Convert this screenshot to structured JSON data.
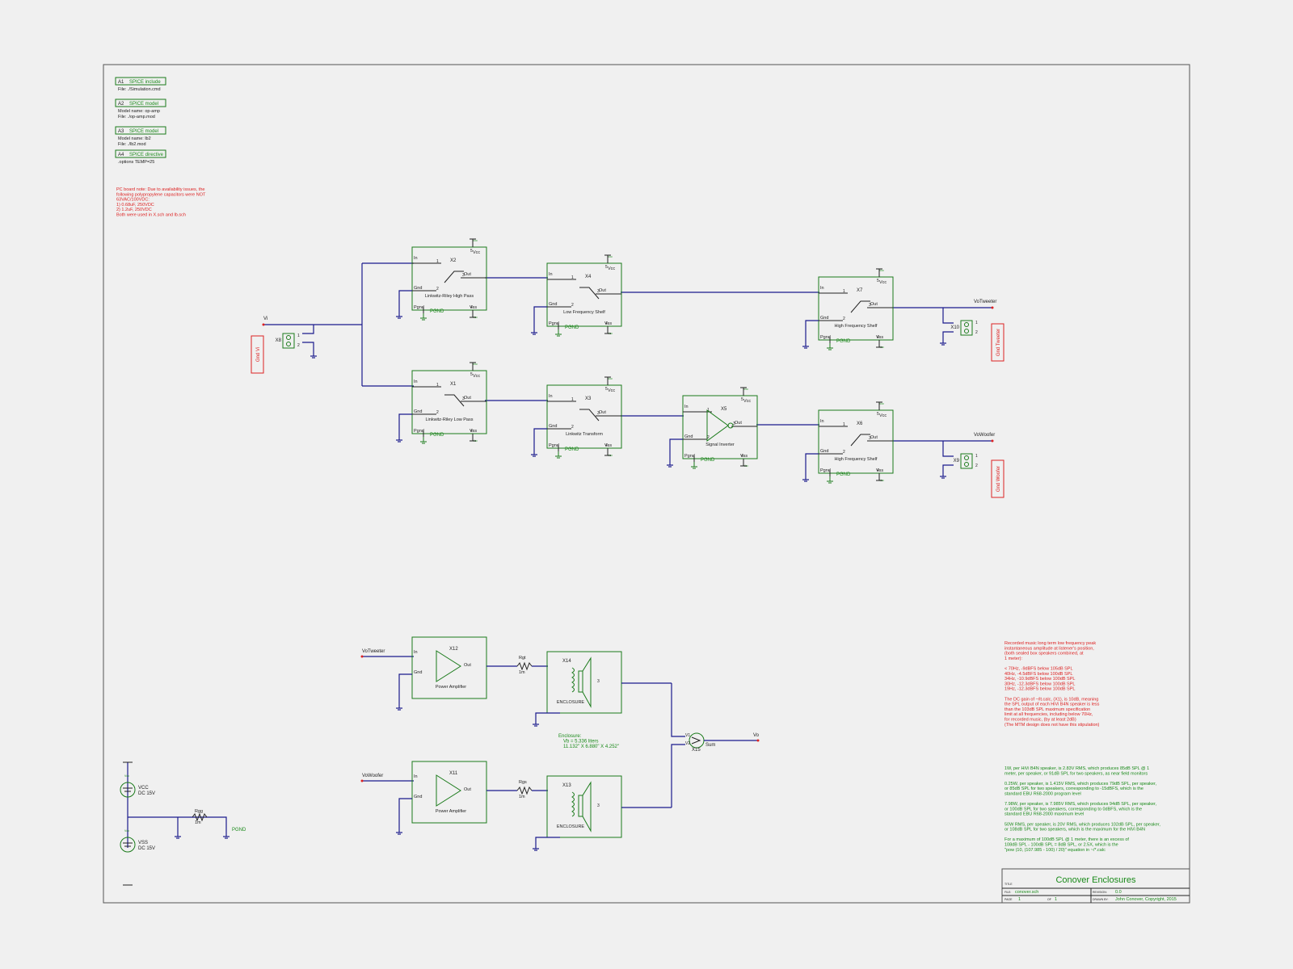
{
  "directives": [
    {
      "tag": "A1",
      "type": "SPICE include",
      "lines": [
        "File: ./Simulation.cmd"
      ]
    },
    {
      "tag": "A2",
      "type": "SPICE model",
      "lines": [
        "Model name: op-amp",
        "File: ./op-amp.mod"
      ]
    },
    {
      "tag": "A3",
      "type": "SPICE model",
      "lines": [
        "Model name: lb2",
        "File: ./lb2.mod"
      ]
    },
    {
      "tag": "A4",
      "type": "SPICE directive",
      "lines": [
        ".options TEMP=25"
      ]
    }
  ],
  "board_note": [
    "PC board note: Due to availability issues, the",
    "following polypropylene capacitors were NOT",
    "63VAC/100VDC:",
    "    1) 0.68uF, 250VDC",
    "    2) 1.2uF, 250VDC",
    "Both were used in X.sch and lb.sch"
  ],
  "input": {
    "net": "Vi",
    "ref": "X8",
    "label": "Gnd Vi"
  },
  "blocks": [
    {
      "ref": "X2",
      "name": "Linkwitz-Riley High Pass"
    },
    {
      "ref": "X4",
      "name": "Low Frequency Shelf"
    },
    {
      "ref": "X7",
      "name": "High Frequency Shelf"
    },
    {
      "ref": "X1",
      "name": "Linkwitz-Riley Low Pass"
    },
    {
      "ref": "X3",
      "name": "Linkwitz Transform"
    },
    {
      "ref": "X5",
      "name": "Signal Inverter"
    },
    {
      "ref": "X6",
      "name": "High Frequency Shelf"
    }
  ],
  "pins": {
    "in": "In",
    "out": "Out",
    "gnd": "Gnd",
    "pgnd": "Pgnd",
    "vcc": "Vcc",
    "vss": "Vss",
    "pgnd_label": "PGND",
    "rail": "Vcc"
  },
  "outputs": [
    {
      "net": "VoTweeter",
      "ref": "X10",
      "label": "Gnd Tweeter"
    },
    {
      "net": "VoWoofer",
      "ref": "X9",
      "label": "Gnd Woofer"
    }
  ],
  "amplifiers": [
    {
      "net": "VoTweeter",
      "ref": "X12",
      "name": "Power Amplifier",
      "res": "Rgt",
      "res_val": "1m",
      "enc": "X14",
      "enc_name": "ENCLOSURE"
    },
    {
      "net": "VoWoofer",
      "ref": "X11",
      "name": "Power Amplifier",
      "res": "Rgs",
      "res_val": "1m",
      "enc": "X13",
      "enc_name": "ENCLOSURE"
    }
  ],
  "summer": {
    "ref": "X15",
    "name": "Sum",
    "in1": "V1",
    "in2": "V2",
    "out_net": "Vo"
  },
  "enclosure_note": [
    "Enclosure:",
    "Vb = 5.336 liters",
    "11.132\" X 6.880\" X 4.252\""
  ],
  "supplies": [
    {
      "name": "VCC",
      "val": "DC 15V"
    },
    {
      "name": "VSS",
      "val": "DC 15V"
    }
  ],
  "ground_res": {
    "name": "Rgg",
    "val": "1m",
    "net": "PGND"
  },
  "music_note": [
    "Recorded music long term low frequency peak",
    "instantaneous amplitude at listener's position,",
    "(both sealed box speakers combined, at",
    "1 meter):",
    "",
    "    < 70Hz, -9dBFS below 105dB SPL",
    "    40Hz, -4.5dBFS below 100dB SPL",
    "    34Hz, -10.9dBFS below 100dB SPL",
    "    30Hz, -12.3dBFS below 100dB SPL",
    "    19Hz, -12.3dBFS below 100dB SPL",
    "",
    "The DC gain of ~/lt.calc, (X1), is 10dB, meaning",
    "the SPL output of each HiVi B4N speaker is less",
    "than the 103dB SPL maximum specification",
    "limit at all frequencies, including below 70Hz,",
    "for recorded music, (by at least 2dB)",
    "(The MTM design does not have this stipulation)"
  ],
  "power_note": [
    "1W, per HiVi B4N speaker, is 2.83V RMS, which produces 85dB SPL @ 1",
    "meter, per speaker, or 91dB SPL for two speakers, as near field monitors",
    "",
    "0.25W, per speaker, is 1.415V RMS, which produces 79dB SPL, per speaker,",
    "or 85dB SPL for two speakers, corresponding to -15dBFS, which is the",
    "standard EBU R68-2000 program level",
    "",
    "7.98W, per speaker, is 7.985V RMS, which produces 94dB SPL, per speaker,",
    "or 100dB SPL for two speakers, corresponding to 0dBFS, which is the",
    "standard EBU R68-2000 maximum level",
    "",
    "50W RMS, per speaker, is 20V RMS, which produces 102dB SPL, per speaker,",
    "or 108dB SPL for two speakers, which is the maximum for the HiVi B4N",
    "",
    "For a maximum of 100dB SPL @ 1 meter, there is an excess of",
    "108dB SPL - 100dB SPL = 8dB SPL, or 2.5X, which is the",
    "\"pow (10, (107.985 - 100) / 20)\" equation in ~/*.calc"
  ],
  "title_block": {
    "title_label": "TITLE",
    "title": "Conover Enclosures",
    "file_label": "FILE:",
    "file": "conover.sch",
    "revision_label": "REVISION:",
    "revision": "0.0",
    "page_label": "PAGE",
    "page": "1",
    "of_label": "OF",
    "of": "1",
    "drawn_label": "DRAWN BY:",
    "drawn": "John Conover, Copyright, 2015"
  }
}
